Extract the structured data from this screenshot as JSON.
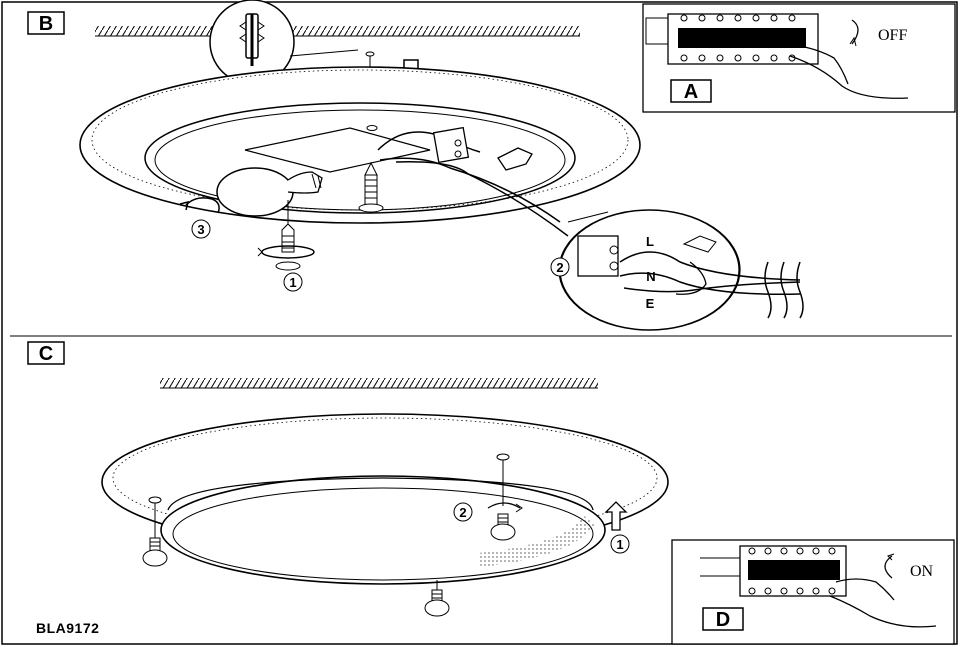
{
  "panels": {
    "b": {
      "label": "B"
    },
    "c": {
      "label": "C"
    },
    "a": {
      "label": "A",
      "switch_text": "OFF"
    },
    "d": {
      "label": "D",
      "switch_text": "ON"
    }
  },
  "steps": {
    "one": "1",
    "two": "2",
    "three": "3"
  },
  "wires": {
    "l": "L",
    "n": "N",
    "e": "E"
  },
  "model_code": "BLA9172"
}
